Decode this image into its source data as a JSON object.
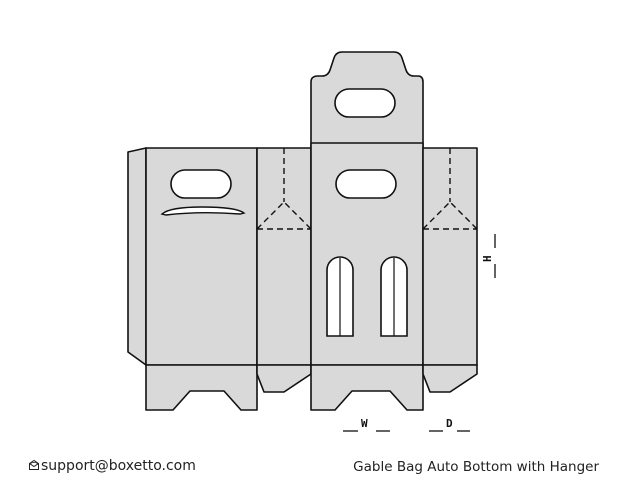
{
  "footer": {
    "email": "support@boxetto.com",
    "title": "Gable Bag Auto Bottom with Hanger",
    "email_icon": "envelope-icon"
  },
  "dimensions": {
    "width_label": "W",
    "depth_label": "D",
    "height_label": "H"
  },
  "colors": {
    "panel_fill": "#d9d9d9",
    "stroke": "#111111",
    "background": "#ffffff"
  }
}
